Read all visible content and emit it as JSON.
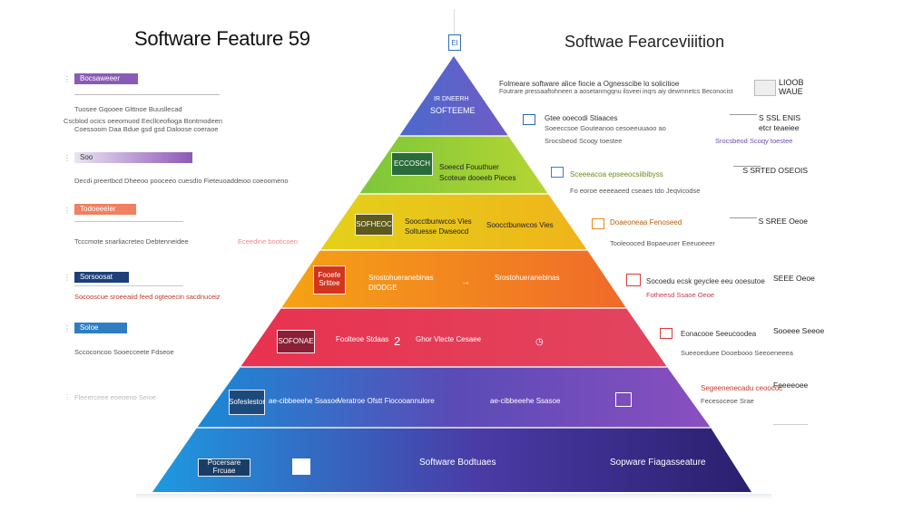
{
  "titles": {
    "left": "Software Feature 59",
    "right": "Softwae Fearceviiition"
  },
  "top_marker": "EI",
  "header_right_text": "Folmeare software alice fiocie a Ognesscibe lo solicitioe",
  "header_right_sub": "Foutrare pressaaftohneen a aosetanmgqnu  ilsveei inqrs aiy dewmnetcs Beconocist",
  "corner_logo": "LIOOB WAUE",
  "pyramid_tiers": [
    {
      "label": "SOFTEEME",
      "sub": "IR DNEERH",
      "color": "#5a63c8"
    },
    {
      "label": "Soeecd Fouuthuer",
      "sub": "Scoteue dooeeb Pieces",
      "badge": "ECCOSCH",
      "color": "#8fc63a"
    },
    {
      "label": "Soocctbunwcos Vies",
      "sub": "Soltuesse Dwseocd",
      "badge": "SOFHEOC",
      "color": "#d9d31c"
    },
    {
      "label": "Srostohueranebinas",
      "sub": "DIODGE",
      "badge": "Fooefe Srlttee",
      "color": "#f39a1a"
    },
    {
      "label": "Foolteoe Stdaas",
      "sub": "Ghor Vlecte Cesaee",
      "badge": "SOFONAE",
      "num": "2",
      "color": "#e8384f"
    },
    {
      "label": "Veratroe Ofstt Fiocooannulore",
      "sub": "ae-cibbeeehe Ssasoe",
      "badge": "Sofeslestor",
      "color": "#7b4fb3"
    },
    {
      "label": "Software Bodtuaes",
      "sub": "Sopware Fiagasseature",
      "badge": "Pocersare Frcuae",
      "color": "#2f6fc9"
    }
  ],
  "left_items": [
    {
      "label": "Bocsaweeer",
      "caption": "Tuosee Gqooee Glttnoe Buusllecad",
      "caption2": "Cscblod ocics oeeomuod Eecllceofioga Bontmodeen",
      "caption3": "Coessoom Daa Bdue gsd gsd Daloose coeraoe",
      "color": "#8a5bb5"
    },
    {
      "label": "Soo",
      "caption": "Decdi preertbcd Dheeoo pooceeo cuesdIo Fieteuoaddeioo coeoomeno",
      "color": "#8e58b8"
    },
    {
      "label": "Todoeeeler",
      "caption": "Tcccmote snarliacreteo Debtenneidee",
      "caption2": "Eceedine booticoen",
      "color": "#f08061"
    },
    {
      "label": "Sorsoosat",
      "caption": "Socooscue sroeeaiid feed ogteoecin sacdnuceiz",
      "color": "#1f3e7a"
    },
    {
      "label": "Soloe",
      "caption": "Sccoconcoo Sooecceete Fdseoe",
      "color": "#2f7ec3"
    },
    {
      "label": "",
      "caption": "Fleeerceee eoeoeno Seioe",
      "color": "#d0d6e0"
    }
  ],
  "right_items": [
    {
      "title": "Gtee ooecodi Stiaaces",
      "sub": "Soeeccsoe Gouteanoo cesoeeuuaoo ao",
      "sub2": "Srocsbeod Scoqy toestee",
      "num": "S SSL ENIS",
      "num2": "etcr teaeiee",
      "icon": "#2b6cb0",
      "accent": "#6a4fb0"
    },
    {
      "title": "Sceeeacoa epseeocsiibibyss",
      "sub": "Fo eoroe eeeeaeed cseaes tdo Jeqvicodse",
      "num": "S SRTED OSEOIS",
      "icon": "#3a7bd5",
      "accent": "#7a4fb3"
    },
    {
      "title": "Doaeoneaa Fenoseed",
      "sub": "Tooleooced Bopaeuoer Eeeuoeeer",
      "num": "S SREE Oeoe",
      "icon": "#e58a1a",
      "accent": "#8a5bb5"
    },
    {
      "title": "Socoedu ecsk geyclee eeu ooesutoe",
      "sub": "Fotheesd Ssaoe Oeoe",
      "num": "SEEE Oeoe",
      "icon": "#d93a3a",
      "accent": "#c93a55"
    },
    {
      "title": "Eonacooe Seeucoodea",
      "sub": "Sueeoeduee Dooebooo Seeoeneeea",
      "num": "Sooeee Seeoe",
      "icon": "#d93a3a",
      "accent": "#b5446e"
    },
    {
      "title": "Segeenenecadu ceoococ",
      "sub": "Fecesoceoe Srae",
      "num": "Feeeeoee",
      "icon": "#d93a3a",
      "accent": "#c93a55"
    }
  ]
}
